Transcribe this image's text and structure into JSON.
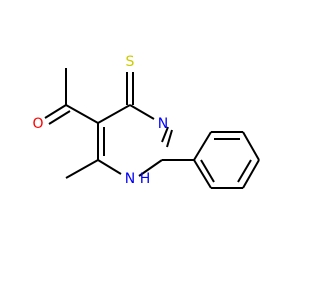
{
  "molecule": {
    "atoms": {
      "O": {
        "label": "O",
        "color": "#ff0000"
      },
      "S": {
        "label": "S",
        "color": "#cccc00"
      },
      "N_top": {
        "label": "N",
        "color": "#0000ff"
      },
      "N_bottom": {
        "label": "N",
        "color": "#0000ff"
      },
      "H_on_N": {
        "label": "H",
        "color": "#0000ff"
      }
    }
  }
}
